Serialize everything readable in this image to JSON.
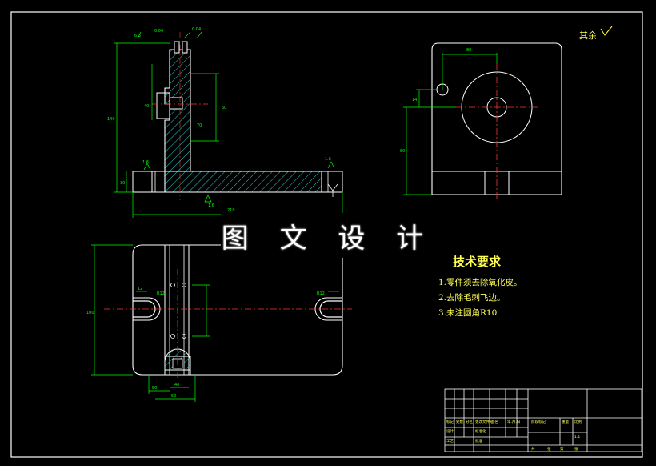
{
  "watermark": "图 文 设 计",
  "finish_note": "其余",
  "technical_requirements": {
    "title": "技术要求",
    "items": [
      "1.零件须去除氧化皮。",
      "2.去除毛刺飞边。",
      "3.未注圆角R10"
    ]
  },
  "front_view": {
    "dims": {
      "top_left": "6.3",
      "top_right_1": "0.04",
      "top_right_2": "0.04",
      "height_overall": "140",
      "slot_height": "60",
      "mid_height": "70",
      "center_offset": "40",
      "base_thk": "30",
      "small_left": "1.6",
      "small_right": "1.6",
      "base_width": "210",
      "foot": "1.6"
    }
  },
  "side_view": {
    "dims": {
      "width": "80",
      "hole": "14",
      "height": "80"
    }
  },
  "top_view": {
    "dims": {
      "height": "100",
      "r1": "R12",
      "r2": "R12",
      "w1": "50",
      "w2": "40",
      "w3": "50",
      "slot_side": "12"
    }
  },
  "title_block": {
    "cells": [
      "标记",
      "处数",
      "分区",
      "更改文件号",
      "签名",
      "年.月.日",
      "设计",
      "标准化",
      "阶段标记",
      "重量",
      "比例",
      "工艺",
      "批准",
      "共",
      "张",
      "第",
      "张",
      "1:1"
    ]
  },
  "colors": {
    "outline": "#ffffff",
    "dimension": "#00ff00",
    "center": "#ff3333",
    "hatch": "#33cccc",
    "text": "#ffff55"
  }
}
